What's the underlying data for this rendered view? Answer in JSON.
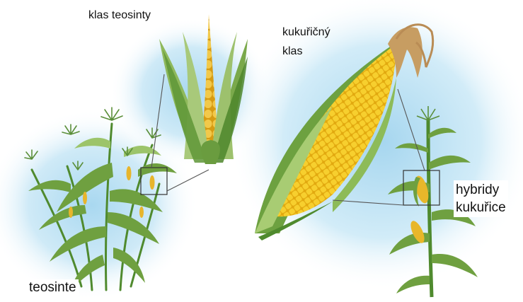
{
  "labels": {
    "teosinte_ear": "klas teosinty",
    "maize_ear_line1": "kukuřičný",
    "maize_ear_line2": "klas",
    "teosinte_plant": "teosinte",
    "hybrid_line1": "hybridy",
    "hybrid_line2": "kukuřice"
  },
  "colors": {
    "background_glow": "#bfe3f4",
    "leaf_green": "#6a9a3a",
    "leaf_light": "#a9c97a",
    "kernel_yellow": "#f2c21c",
    "silk": "#c9a26a"
  }
}
